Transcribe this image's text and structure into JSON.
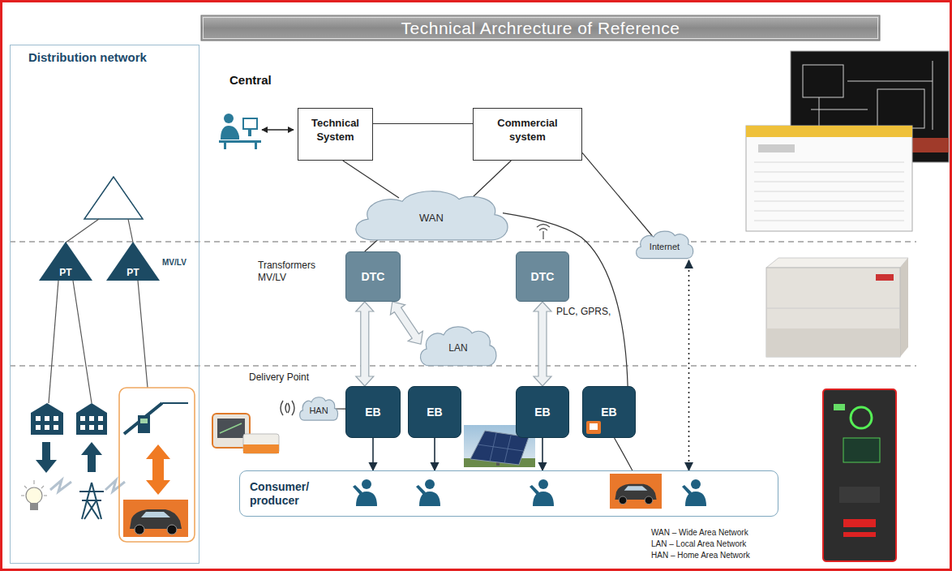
{
  "diagram": {
    "title": "Technical Archrecture of Reference",
    "nodes": [
      {
        "text": [
          "Distribution network"
        ]
      },
      {
        "text": [
          "PT"
        ],
        "in": 0
      },
      {
        "text": [
          "PT"
        ],
        "in": 0
      },
      {
        "text": [
          "Technical System"
        ]
      },
      {
        "text": [
          "Commercial system"
        ]
      },
      {
        "text": [
          "WAN"
        ]
      },
      {
        "text": [
          "Internet"
        ]
      },
      {
        "text": [
          "DTC"
        ]
      },
      {
        "text": [
          "DTC"
        ]
      },
      {
        "text": [
          "LAN"
        ]
      },
      {
        "text": [
          "HAN"
        ]
      },
      {
        "text": [
          "EB"
        ]
      },
      {
        "text": [
          "EB"
        ]
      },
      {
        "text": [
          "EB"
        ]
      },
      {
        "text": [
          "EB"
        ]
      },
      {
        "text": [
          "Consumer/ producer"
        ]
      }
    ],
    "edges": [
      {
        "from": 3,
        "to": 4,
        "arrow": "none"
      },
      {
        "from": 3,
        "to": 5,
        "arrow": "none"
      },
      {
        "from": 4,
        "to": 5,
        "arrow": "none"
      },
      {
        "from": 4,
        "to": 6,
        "arrow": "none"
      },
      {
        "from": 5,
        "to": 7,
        "arrow": "none"
      },
      {
        "from": 7,
        "to": 11,
        "arrow": "both"
      },
      {
        "from": 7,
        "to": 9,
        "arrow": "both"
      },
      {
        "from": 8,
        "to": 13,
        "arrow": "both"
      },
      {
        "from": 5,
        "to": 14,
        "arrow": "none"
      },
      {
        "from": 14,
        "to": 15,
        "arrow": "none"
      },
      {
        "from": 11,
        "to": 15,
        "arrow": "to"
      },
      {
        "from": 12,
        "to": 15,
        "arrow": "to"
      },
      {
        "from": 13,
        "to": 15,
        "arrow": "to"
      },
      {
        "from": 6,
        "to": 15,
        "arrow": "both"
      },
      {
        "from": 10,
        "to": 11,
        "arrow": "none"
      }
    ],
    "labels": [
      "Central",
      "MV/LV",
      "Transformers MV/LV",
      "PLC, GPRS,",
      "Delivery Point",
      "WAN – Wide Area Network",
      "LAN – Local Area Network",
      "HAN – Home Area Network"
    ]
  }
}
